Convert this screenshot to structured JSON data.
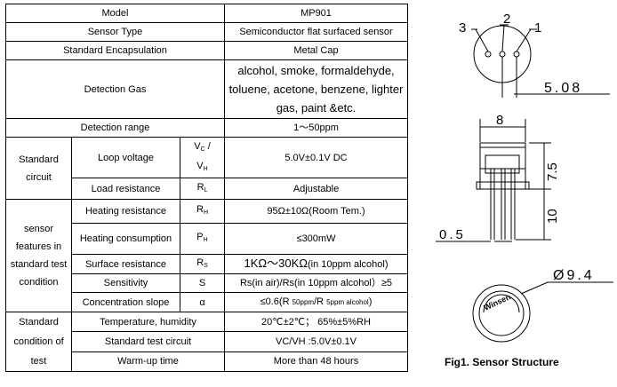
{
  "rows": {
    "model": {
      "label": "Model",
      "value": "MP901"
    },
    "sensor_type": {
      "label": "Sensor Type",
      "value": "Semiconductor flat surfaced sensor"
    },
    "encapsulation": {
      "label": "Standard Encapsulation",
      "value": "Metal Cap"
    },
    "detection_gas": {
      "label": "Detection Gas",
      "value": "alcohol, smoke, formaldehyde, toluene, acetone, benzene, lighter gas, paint &etc."
    },
    "detection_range": {
      "label": "Detection range",
      "value": "1～50ppm"
    }
  },
  "standard_circuit": {
    "group": "Standard circuit",
    "loop_voltage": {
      "label": "Loop voltage",
      "sym_a": "V",
      "sub_a": "C",
      "sep": " /",
      "sym_b": "V",
      "sub_b": "H",
      "value": "5.0V±0.1V DC"
    },
    "load_resistance": {
      "label": "Load resistance",
      "sym": "R",
      "sub": "L",
      "value": "Adjustable"
    }
  },
  "features": {
    "group": "sensor features in standard test condition",
    "heating_resistance": {
      "label": "Heating resistance",
      "sym": "R",
      "sub": "H",
      "value": "95Ω±10Ω(Room Tem.)"
    },
    "heating_consumption": {
      "label": "Heating consumption",
      "sym": "P",
      "sub": "H",
      "value": "≤300mW"
    },
    "surface_resistance": {
      "label": "Surface resistance",
      "sym": "R",
      "sub": "S",
      "value_main": "1KΩ～30KΩ",
      "value_note": "(in 10ppm alcohol)"
    },
    "sensitivity": {
      "label": "Sensitivity",
      "sym": "S",
      "value": "Rs(in air)/Rs(in 10ppm alcohol）≥5"
    },
    "concentration_slope": {
      "label": "Concentration slope",
      "sym": "α",
      "value_a": "≤0.6(R ",
      "value_b": "50ppm",
      "value_c": "/R ",
      "value_d": "5ppm alcohol",
      "value_e": ")"
    }
  },
  "test_condition": {
    "group": "Standard condition of test",
    "temperature": {
      "label": "Temperature, humidity",
      "value": "20℃±2℃； 65%±5%RH"
    },
    "test_circuit": {
      "label": "Standard test circuit",
      "value": "VC/VH :5.0V±0.1V"
    },
    "warmup": {
      "label": "Warm-up time",
      "value": "More than 48 hours"
    }
  },
  "drawing": {
    "pin3": "3",
    "pin2": "2",
    "pin1": "1",
    "dim_pitch": "5.08",
    "dim_width": "8",
    "dim_cap": "7.5",
    "dim_leads": "10",
    "dim_lead_dia": "0.5",
    "dim_dia": "Ø9.4",
    "marking": "Winsen"
  },
  "caption": {
    "prefix": "Fig1. ",
    "text": "Sensor Structure"
  }
}
